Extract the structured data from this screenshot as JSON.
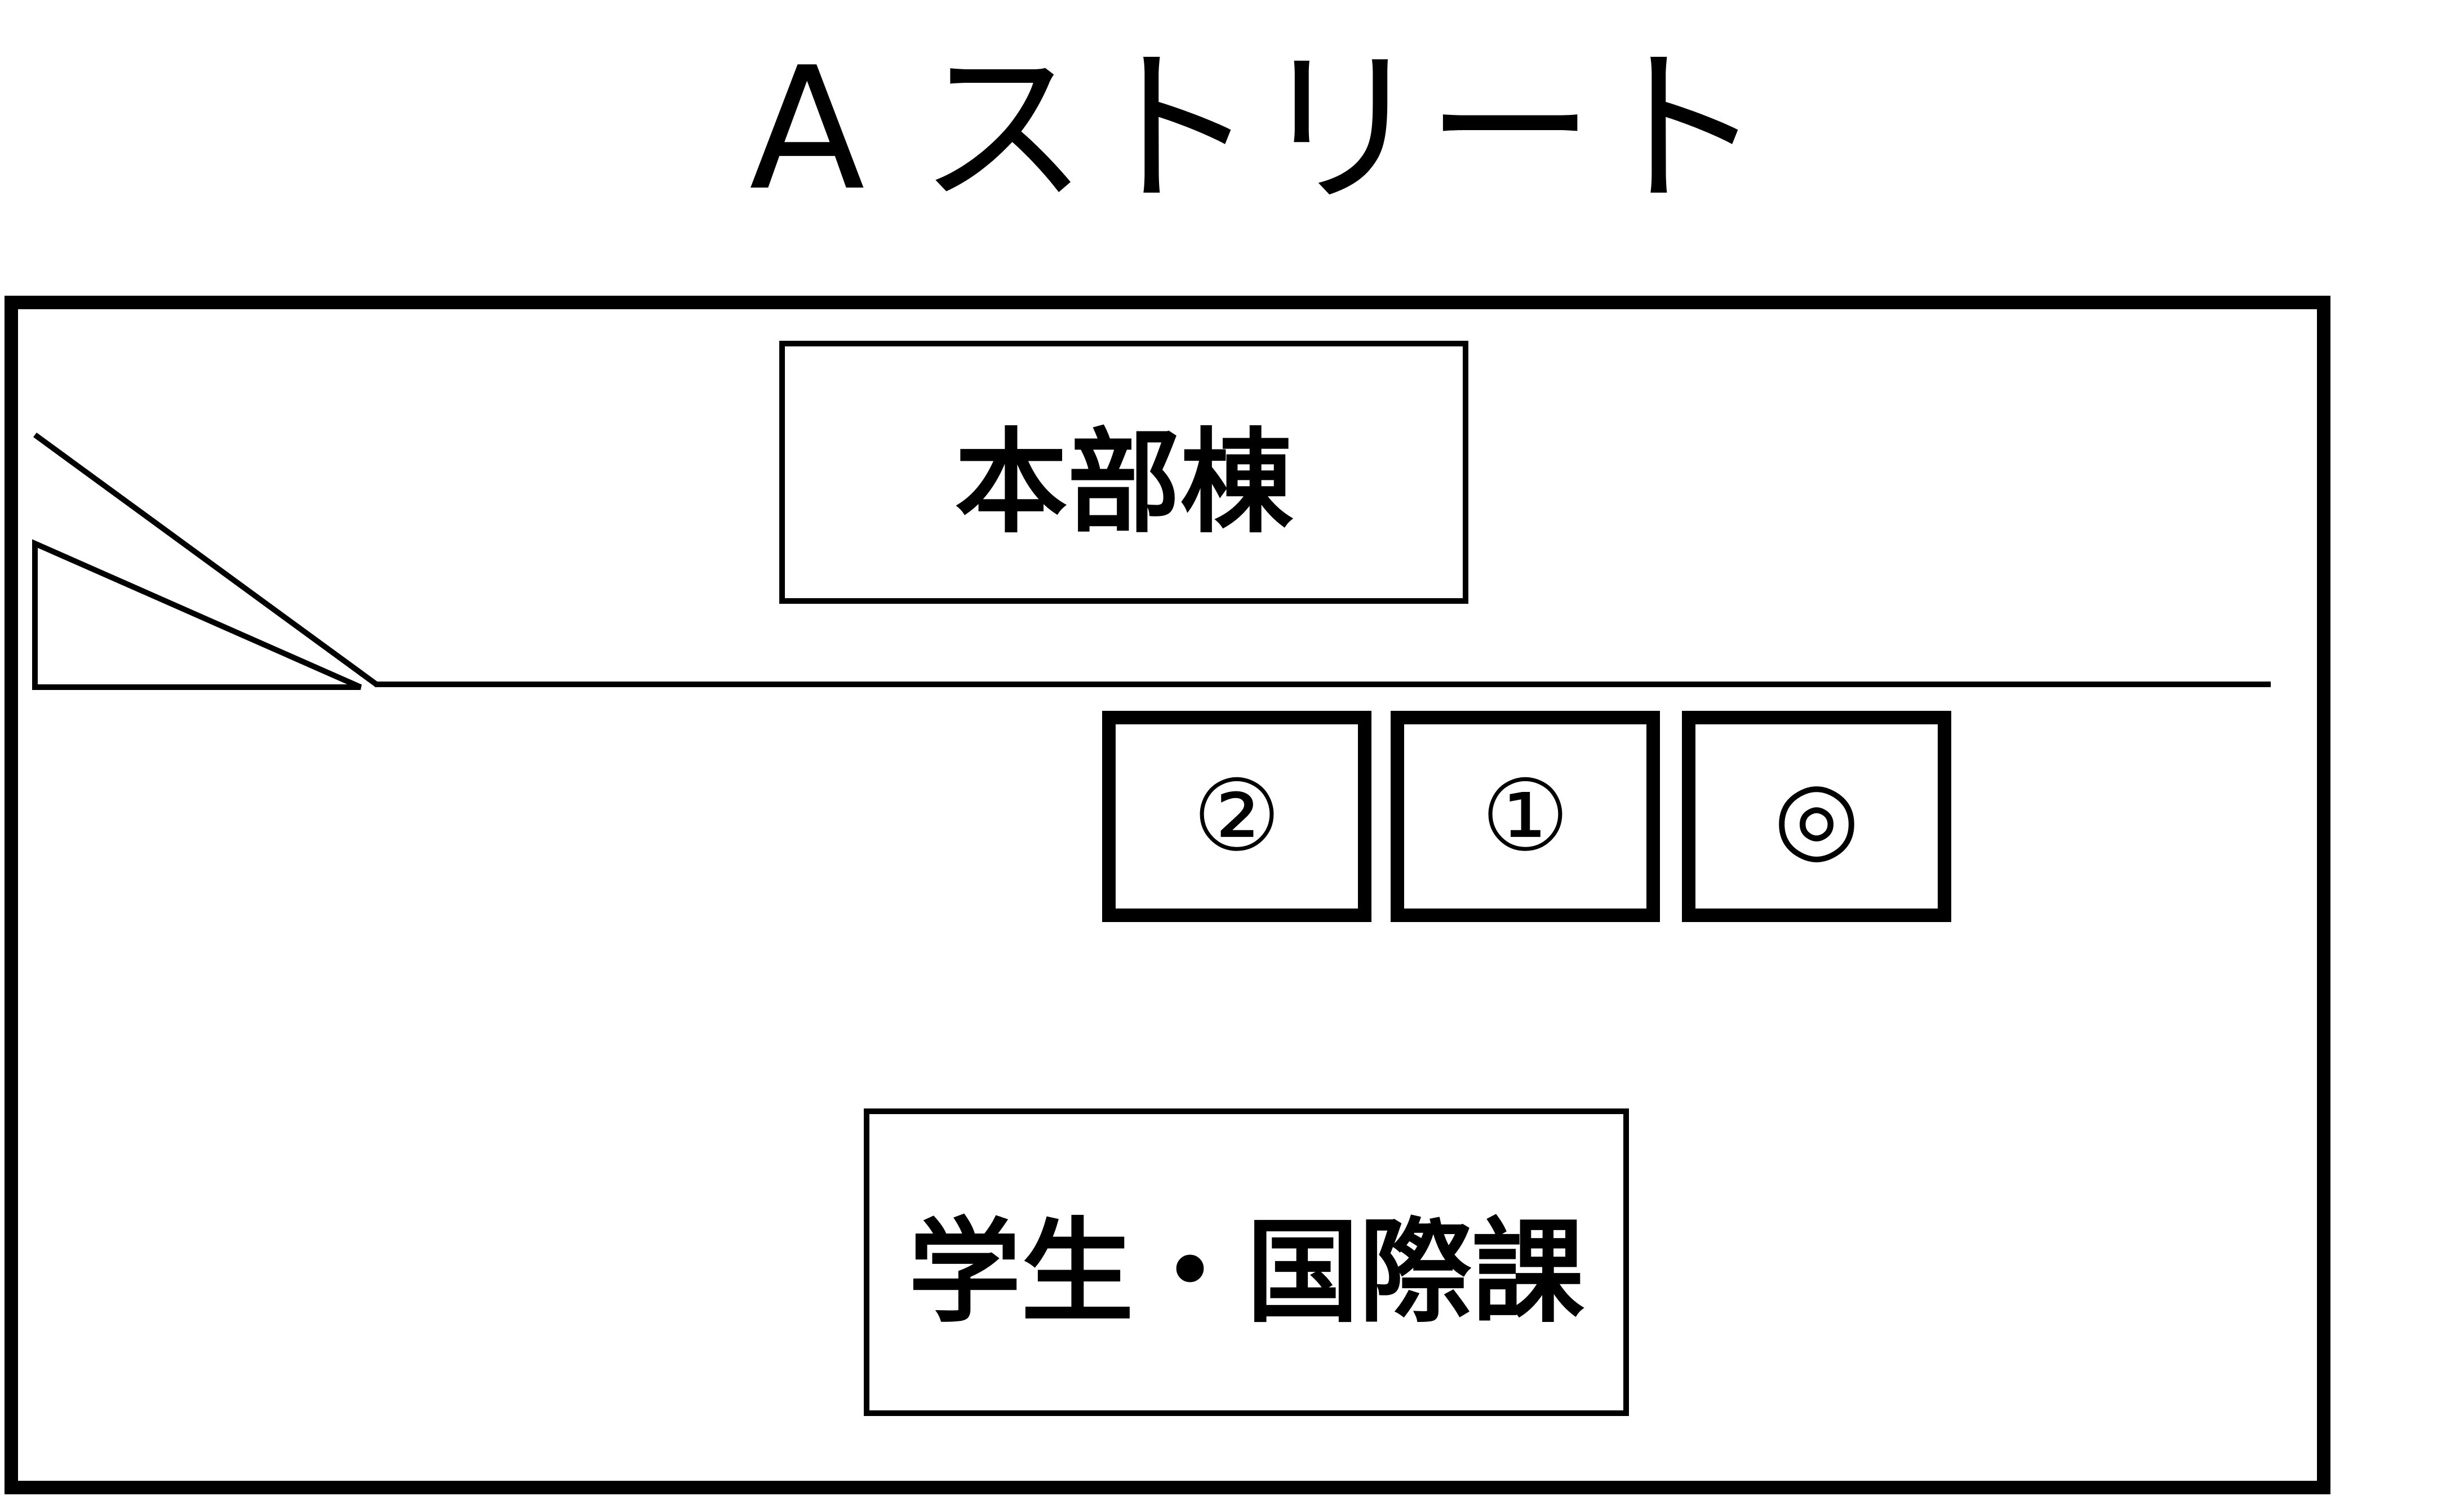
{
  "title": "A ストリート",
  "buildings": {
    "main": "本部棟",
    "student_affairs": "学生・国際課"
  },
  "spots": {
    "spot_2": "②",
    "spot_1": "①",
    "spot_0": "◎"
  },
  "colors": {
    "line": "#000000",
    "background": "#ffffff"
  }
}
